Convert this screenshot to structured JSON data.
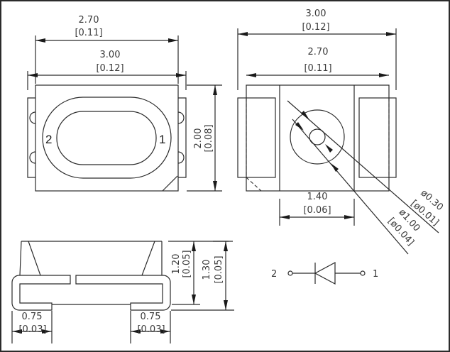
{
  "top_view": {
    "dim_width_inner": {
      "mm": "2.70",
      "in": "[0.11]"
    },
    "dim_width_outer": {
      "mm": "3.00",
      "in": "[0.12]"
    },
    "dim_height": {
      "mm": "2.00",
      "in": "[0.08]"
    },
    "pin_left": "2",
    "pin_right": "1"
  },
  "bottom_view": {
    "dim_width_outer": {
      "mm": "3.00",
      "in": "[0.12]"
    },
    "dim_width_inner": {
      "mm": "2.70",
      "in": "[0.11]"
    },
    "dim_pad_gap": {
      "mm": "1.40",
      "in": "[0.06]"
    },
    "dim_small_dia": {
      "mm": "ø0.30",
      "in": "[ø0.01]"
    },
    "dim_large_dia": {
      "mm": "ø1.00",
      "in": "[ø0.04]"
    }
  },
  "side_view": {
    "dim_body_height": {
      "mm": "1.20",
      "in": "[0.05]"
    },
    "dim_total_height": {
      "mm": "1.30",
      "in": "[0.05]"
    },
    "dim_lead_left": {
      "mm": "0.75",
      "in": "[0.03]"
    },
    "dim_lead_right": {
      "mm": "0.75",
      "in": "[0.03]"
    }
  },
  "schematic": {
    "pin_left": "2",
    "pin_right": "1"
  }
}
